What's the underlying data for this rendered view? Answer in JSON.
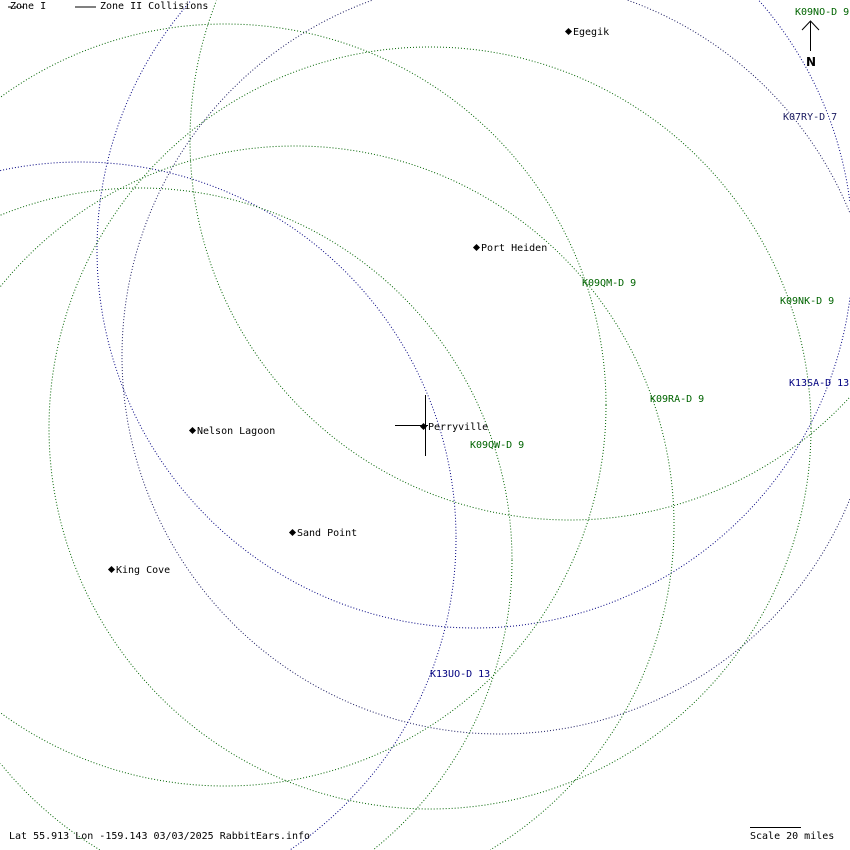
{
  "legend": {
    "zone1_label": "Zone I",
    "zone2_label": "Zone II Collisions"
  },
  "colors": {
    "green": "#006400",
    "blue": "#000080",
    "dark_blue": "#1a1a60"
  },
  "stations": [
    {
      "label": "K09NO-D 9",
      "color": "green"
    },
    {
      "label": "K07RY-D 7",
      "color": "blue"
    },
    {
      "label": "K09QM-D 9",
      "color": "green"
    },
    {
      "label": "K09NK-D 9",
      "color": "green"
    },
    {
      "label": "K13SA-D 13",
      "color": "blue"
    },
    {
      "label": "K09RA-D 9",
      "color": "green"
    },
    {
      "label": "K09QW-D 9",
      "color": "green"
    },
    {
      "label": "K13UO-D 13",
      "color": "blue"
    }
  ],
  "cities": [
    "Egegik",
    "Port Heiden",
    "Perryville",
    "Nelson Lagoon",
    "Sand Point",
    "King Cove"
  ],
  "north_label": "N",
  "footer": {
    "coords": "Lat 55.913 Lon -159.143 03/03/2025 RabbitEars.info",
    "scale": "Scale 20 miles"
  }
}
